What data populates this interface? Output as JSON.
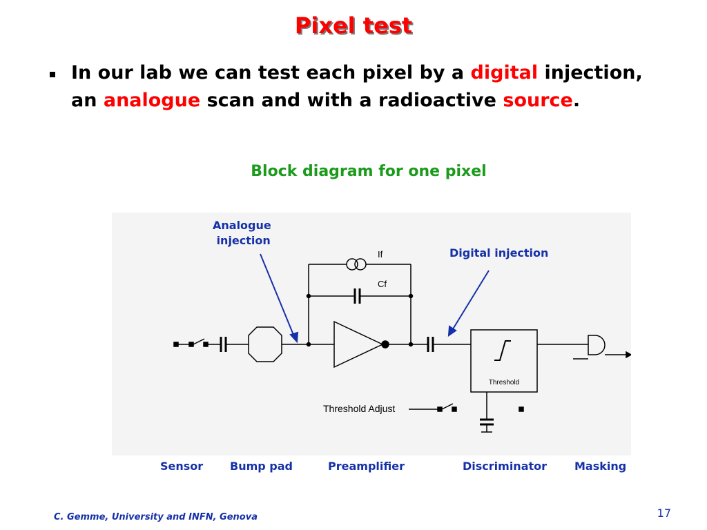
{
  "slide": {
    "title": "Pixel test",
    "bullet": {
      "part1": "In our lab we can test each pixel by a ",
      "digital": "digital",
      "part2": " injection, an ",
      "analogue": "analogue",
      "part3": " scan and with a radioactive ",
      "source": "source",
      "part4": "."
    },
    "subtitle": "Block diagram for one pixel",
    "footer": "C. Gemme, University and INFN, Genova",
    "page_number": "17"
  },
  "diagram": {
    "annotations": {
      "analogue_injection": "Analogue\n injection",
      "digital_injection": "Digital injection"
    },
    "component_labels": {
      "if": "If",
      "cf": "Cf",
      "threshold": "Threshold",
      "threshold_adjust": "Threshold Adjust"
    },
    "block_labels": [
      "Sensor",
      "Bump pad",
      "Preamplifier",
      "Discriminator",
      "Masking"
    ]
  }
}
